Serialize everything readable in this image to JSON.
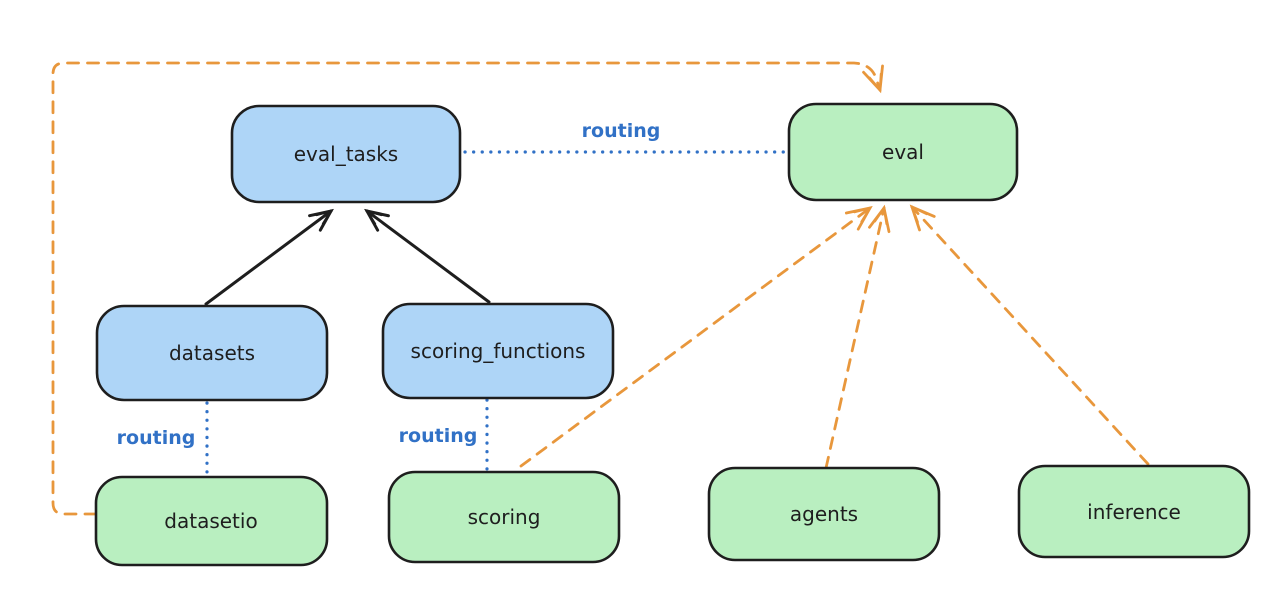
{
  "diagram": {
    "background": "#ffffff",
    "colors": {
      "blue_node_fill": "#aed5f7",
      "green_node_fill": "#b9efc0",
      "node_stroke": "#1e1e1e",
      "orange_edge": "#e8973c",
      "blue_edge": "#3171c6",
      "text": "#1e1e1e"
    },
    "nodes": {
      "eval_tasks": {
        "label": "eval_tasks",
        "color": "blue"
      },
      "eval": {
        "label": "eval",
        "color": "green"
      },
      "datasets": {
        "label": "datasets",
        "color": "blue"
      },
      "scoring_functions": {
        "label": "scoring_functions",
        "color": "blue"
      },
      "datasetio": {
        "label": "datasetio",
        "color": "green"
      },
      "scoring": {
        "label": "scoring",
        "color": "green"
      },
      "agents": {
        "label": "agents",
        "color": "green"
      },
      "inference": {
        "label": "inference",
        "color": "green"
      }
    },
    "routing_labels": {
      "top": "routing",
      "datasets": "routing",
      "scoring": "routing"
    },
    "edges": [
      {
        "from": "datasets",
        "to": "eval_tasks",
        "style": "solid-black-arrow"
      },
      {
        "from": "scoring_functions",
        "to": "eval_tasks",
        "style": "solid-black-arrow"
      },
      {
        "from": "eval_tasks",
        "to": "eval",
        "style": "blue-dotted",
        "label": "routing"
      },
      {
        "from": "datasets",
        "to": "datasetio",
        "style": "blue-dotted",
        "label": "routing"
      },
      {
        "from": "scoring_functions",
        "to": "scoring",
        "style": "blue-dotted",
        "label": "routing"
      },
      {
        "from": "datasetio",
        "to": "eval",
        "style": "orange-dashed-arrow",
        "path": "around-left-and-top"
      },
      {
        "from": "scoring",
        "to": "eval",
        "style": "orange-dashed-arrow"
      },
      {
        "from": "agents",
        "to": "eval",
        "style": "orange-dashed-arrow"
      },
      {
        "from": "inference",
        "to": "eval",
        "style": "orange-dashed-arrow"
      }
    ]
  }
}
